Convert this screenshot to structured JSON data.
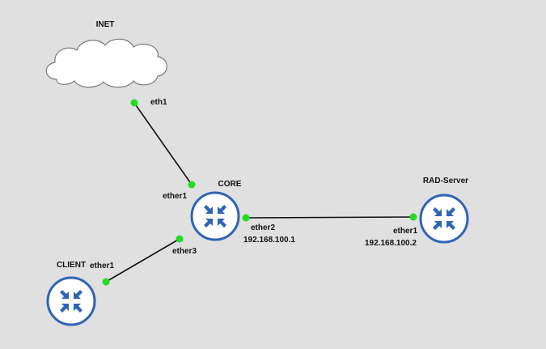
{
  "nodes": {
    "inet": {
      "label": "INET",
      "type": "cloud"
    },
    "core": {
      "label": "CORE",
      "type": "router"
    },
    "client": {
      "label": "CLIENT",
      "type": "router"
    },
    "rad_server": {
      "label": "RAD-Server",
      "type": "router"
    }
  },
  "links": {
    "inet_core": {
      "a_port": "eth1",
      "b_port": "ether1"
    },
    "core_client": {
      "a_port": "ether3",
      "b_port": "ether1"
    },
    "core_rad": {
      "a_port": "ether2",
      "a_ip": "192.168.100.1",
      "b_port": "ether1",
      "b_ip": "192.168.100.2"
    }
  },
  "colors": {
    "canvas": "#e0e0e0",
    "link": "#111111",
    "port": "#22dd22",
    "router_outline": "#2f64b4",
    "router_fill": "#ffffff",
    "cloud_fill": "#ffffff"
  },
  "icons": {
    "router": "router-icon",
    "cloud": "cloud-icon"
  }
}
